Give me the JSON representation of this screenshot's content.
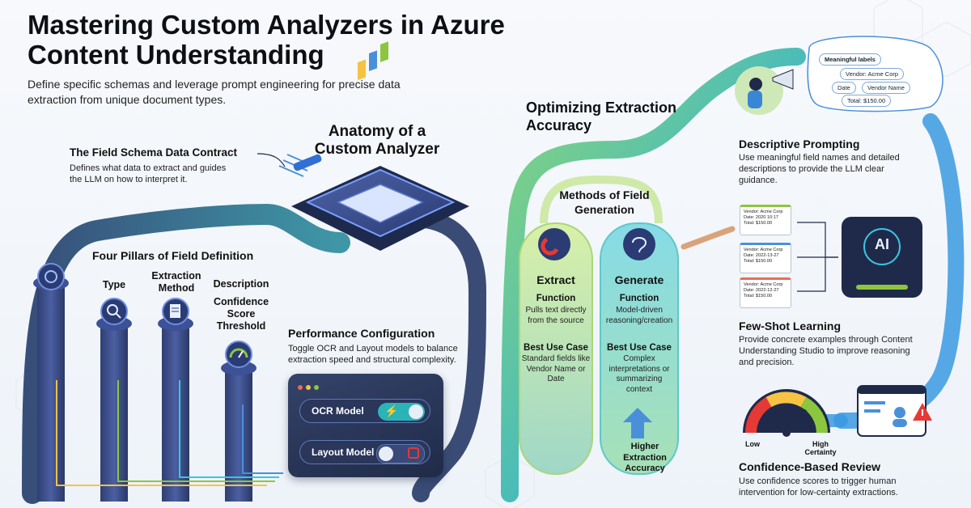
{
  "header": {
    "title": "Mastering Custom Analyzers in Azure Content Understanding",
    "subtitle": "Define specific schemas and leverage prompt engineering for precise data extraction from unique document types."
  },
  "anatomy": {
    "title": "Anatomy of a Custom Analyzer"
  },
  "field_schema": {
    "title": "The Field Schema Data Contract",
    "desc": "Defines what data to extract and guides the LLM on how to interpret it."
  },
  "pillars": {
    "title": "Four Pillars of Field Definition",
    "items": [
      {
        "label": "Type",
        "icon": "magnifier-icon"
      },
      {
        "label": "Extraction Method",
        "icon": "document-icon"
      },
      {
        "label": "Description",
        "icon": ""
      },
      {
        "label": "Confidence Score Threshold",
        "icon": "gauge-icon"
      }
    ]
  },
  "performance": {
    "title": "Performance Configuration",
    "desc": "Toggle OCR and Layout models to balance extraction speed and structural complexity.",
    "toggles": [
      {
        "label": "OCR Model",
        "state": "on",
        "icon": "lightning-icon"
      },
      {
        "label": "Layout Model",
        "state": "off",
        "icon": "layout-icon"
      }
    ]
  },
  "optimizing": {
    "title": "Optimizing Extraction Accuracy"
  },
  "methods": {
    "title": "Methods of Field Generation",
    "extract": {
      "title": "Extract",
      "function_label": "Function",
      "function_text": "Pulls text directly from the source",
      "use_label": "Best Use Case",
      "use_text": "Standard fields like Vendor Name or Date",
      "icon": "magnet-icon"
    },
    "generate": {
      "title": "Generate",
      "function_label": "Function",
      "function_text": "Model-driven reasoning/creation",
      "use_label": "Best Use Case",
      "use_text": "Complex interpretations or summarizing context",
      "icon": "brain-icon"
    },
    "arrow_label": "Higher Extraction Accuracy"
  },
  "descriptive": {
    "title": "Descriptive Prompting",
    "desc": "Use meaningful field names and detailed descriptions to provide the LLM clear guidance.",
    "bubble": [
      "Meaningful labels",
      "Vendor: Acme Corp",
      "Date",
      "Vendor Name",
      "Total: $150.00"
    ]
  },
  "few_shot": {
    "title": "Few-Shot Learning",
    "desc": "Provide concrete examples through Content Understanding Studio to improve reasoning and precision.",
    "cards": [
      [
        "Vendor: Acme Corp",
        "Date: 2020 10:17",
        "Total: $150.00"
      ],
      [
        "Vendor: Acme Corp",
        "Date: 2022-13-27",
        "Total: $150.00"
      ],
      [
        "Vendor: Acme Corp",
        "Date: 2022-12-27",
        "Total: $150.00"
      ]
    ],
    "ai_label": "AI"
  },
  "confidence": {
    "title": "Confidence-Based Review",
    "desc": "Use confidence scores to trigger human intervention for low-certainty extractions.",
    "low_label": "Low",
    "high_label": "High Certainty"
  },
  "colors": {
    "teal": "#2ab4b8",
    "navy": "#1f2a4a",
    "green": "#8cc63f",
    "blue": "#4a90d9",
    "warning": "#e53935"
  }
}
